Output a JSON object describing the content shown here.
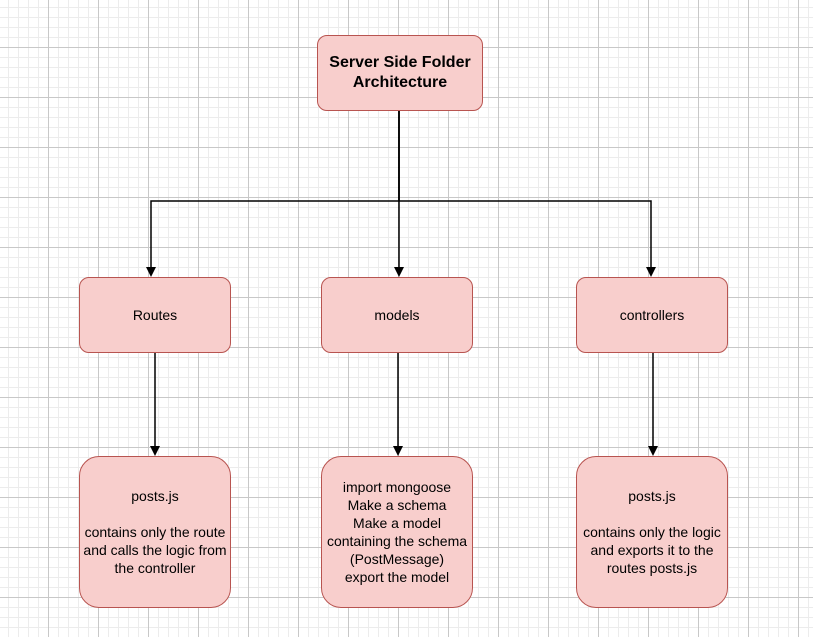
{
  "diagram": {
    "colors": {
      "node_fill": "#f8cecc",
      "node_stroke": "#b85450",
      "edge": "#000000"
    },
    "nodes": {
      "title": "Server Side Folder\nArchitecture",
      "routes": "Routes",
      "models": "models",
      "controllers": "controllers",
      "routes_file": "posts.js\n\ncontains only the route and calls the logic from the controller",
      "models_file": "import mongoose\nMake a schema\nMake a model containing the schema (PostMessage)\nexport the model",
      "controllers_file": "posts.js\n\ncontains only the logic and exports it to the routes posts.js"
    },
    "edges": [
      {
        "from": "title",
        "to": "routes"
      },
      {
        "from": "title",
        "to": "models"
      },
      {
        "from": "title",
        "to": "controllers"
      },
      {
        "from": "routes",
        "to": "routes_file"
      },
      {
        "from": "models",
        "to": "models_file"
      },
      {
        "from": "controllers",
        "to": "controllers_file"
      }
    ]
  }
}
